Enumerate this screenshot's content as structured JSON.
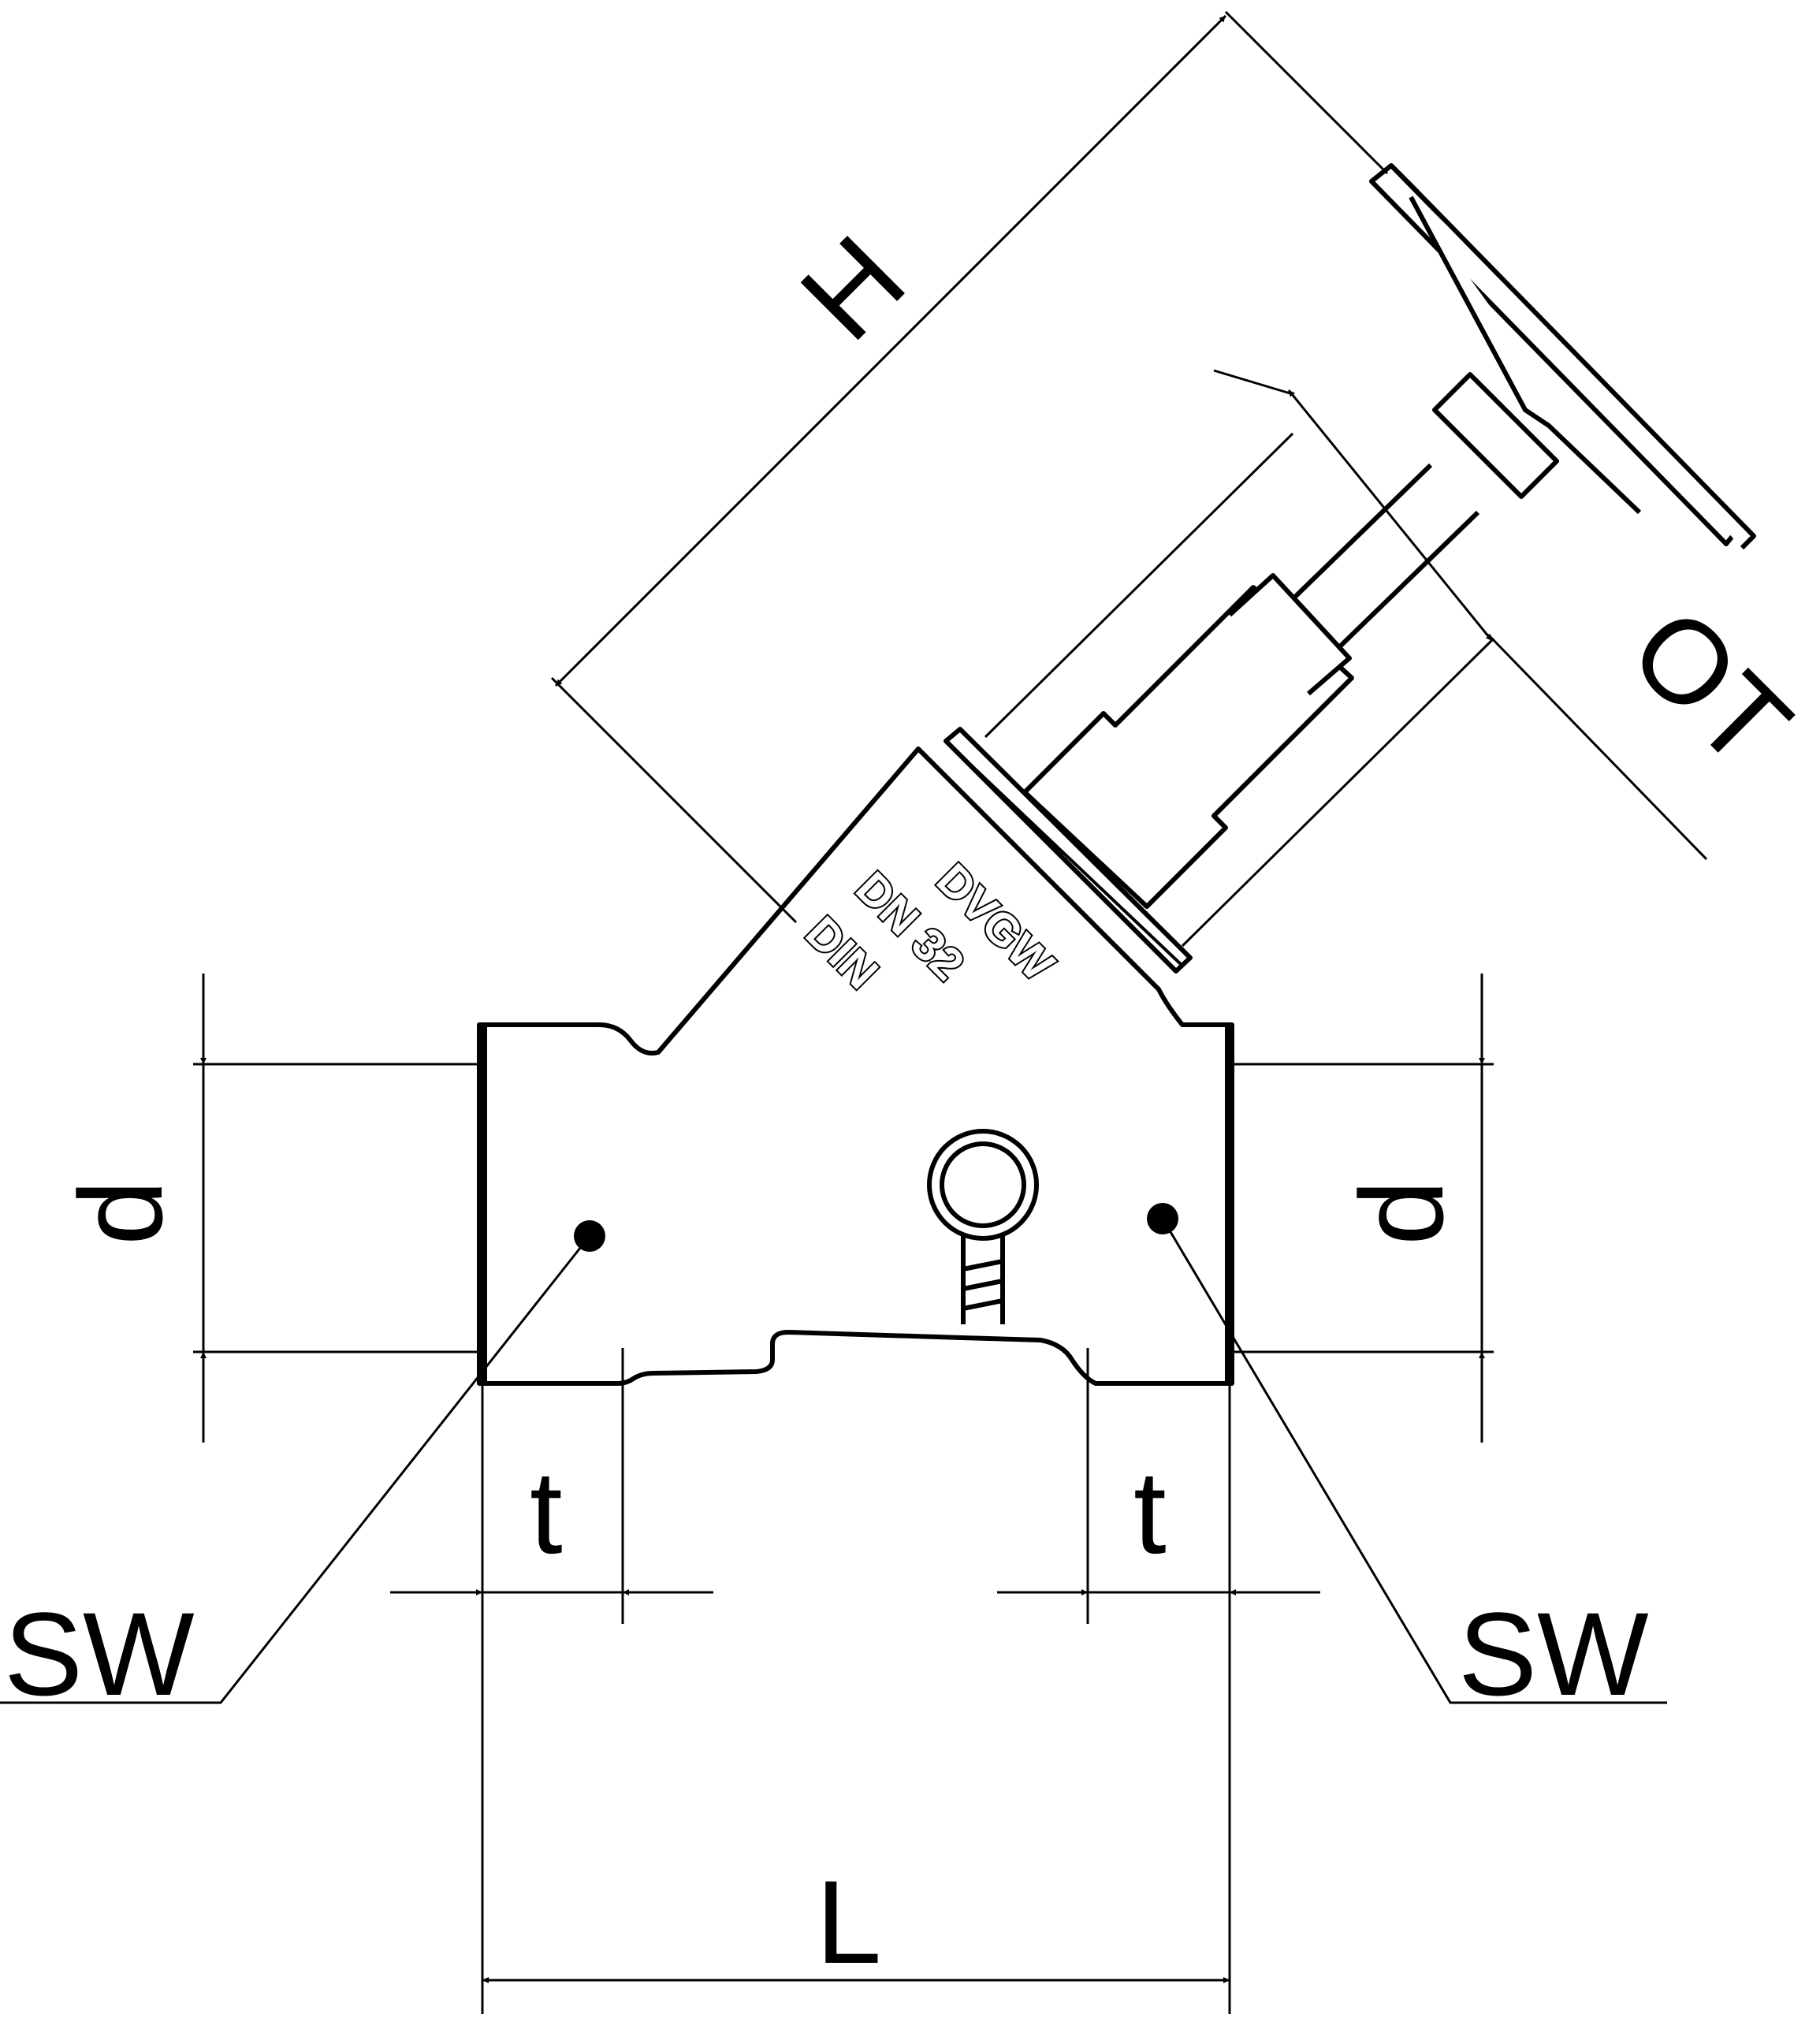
{
  "labels": {
    "height": "H",
    "outer_travel": "OT",
    "diameter_left": "d",
    "diameter_right": "d",
    "thread_depth_left": "t",
    "thread_depth_right": "t",
    "wrench_size_left": "SW",
    "wrench_size_right": "SW",
    "length": "L"
  },
  "body_markings": {
    "line1": "DVGW",
    "line2": "DN 32",
    "line3": "DIN"
  },
  "colors": {
    "line": "#000000",
    "background": "#ffffff"
  }
}
